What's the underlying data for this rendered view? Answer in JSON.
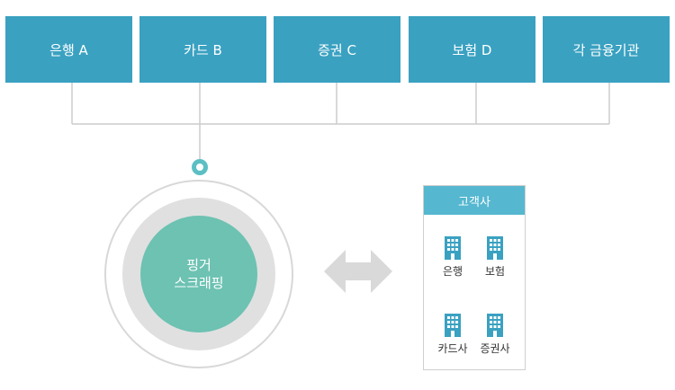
{
  "institutions": [
    {
      "label": "은행 A"
    },
    {
      "label": "카드 B"
    },
    {
      "label": "증권 C"
    },
    {
      "label": "보험 D"
    },
    {
      "label": "각 금융기관"
    }
  ],
  "core": {
    "line1": "핑거",
    "line2": "스크래핑"
  },
  "client_panel": {
    "title": "고객사",
    "items": [
      {
        "label": "은행",
        "icon": "building-icon"
      },
      {
        "label": "보험",
        "icon": "building-icon"
      },
      {
        "label": "카드사",
        "icon": "building-icon"
      },
      {
        "label": "증권사",
        "icon": "building-icon"
      }
    ]
  },
  "colors": {
    "institution_box": "#3aa1c1",
    "core_circle": "#6dc2b2",
    "panel_header": "#55b7d0",
    "building": "#3aa1c1",
    "arrow": "#d9d9d9"
  }
}
